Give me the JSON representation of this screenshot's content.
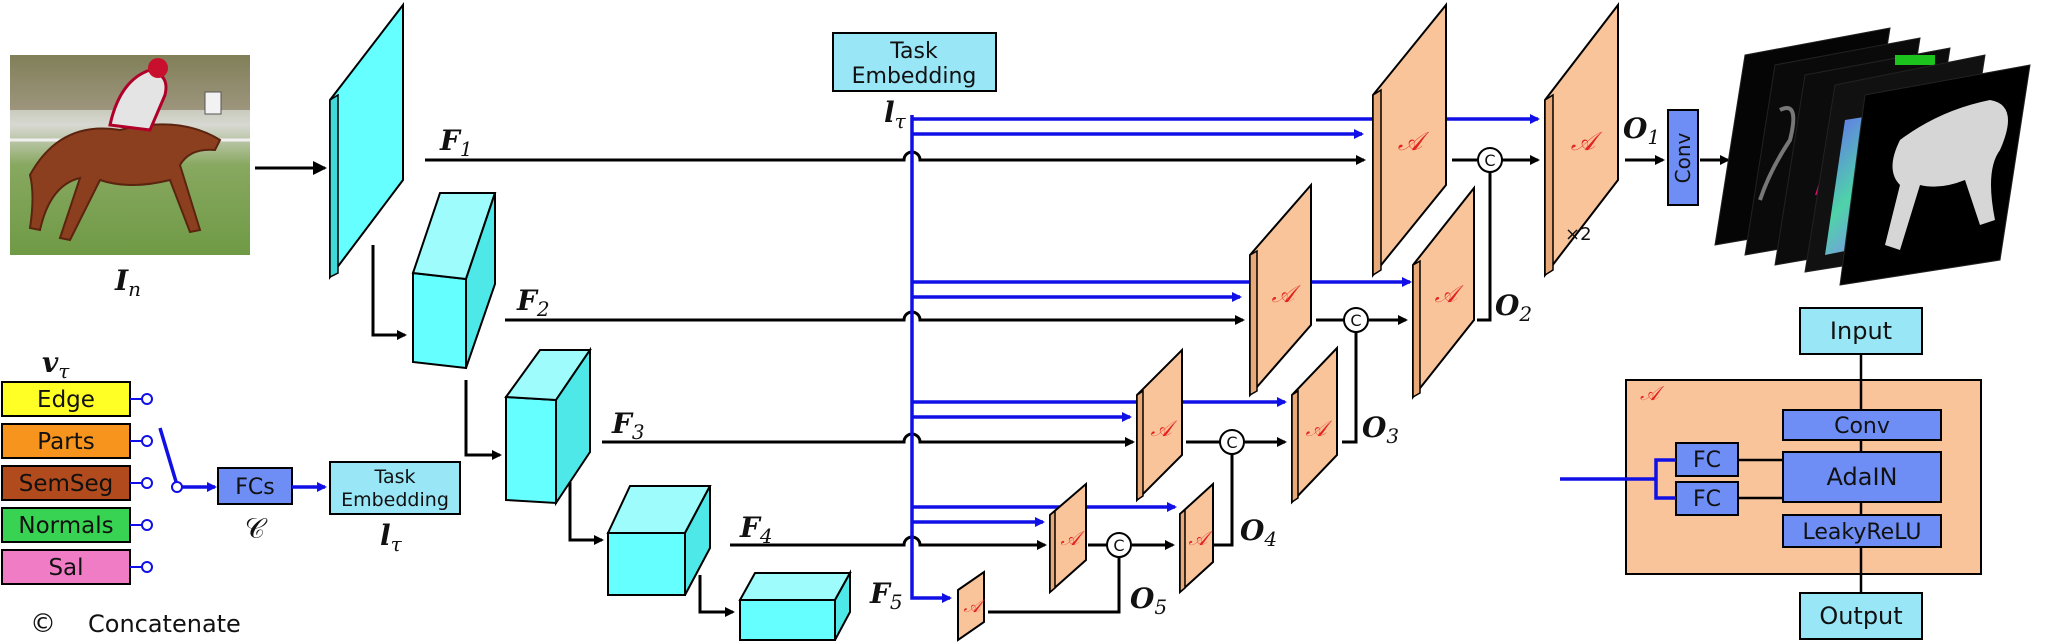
{
  "input_image": {
    "label_main": "I",
    "label_sub": "n"
  },
  "features": {
    "f1": {
      "main": "F",
      "sub": "1"
    },
    "f2": {
      "main": "F",
      "sub": "2"
    },
    "f3": {
      "main": "F",
      "sub": "3"
    },
    "f4": {
      "main": "F",
      "sub": "4"
    },
    "f5": {
      "main": "F",
      "sub": "5"
    }
  },
  "task_embedding_top": {
    "line1": "Task",
    "line2": "Embedding",
    "label_main": "l",
    "label_sub": "τ"
  },
  "task_vector": {
    "main": "v",
    "sub": "τ"
  },
  "tasks": [
    {
      "label": "Edge",
      "color": "#ffff26"
    },
    {
      "label": "Parts",
      "color": "#f7941d"
    },
    {
      "label": "SemSeg",
      "color": "#b14a1c"
    },
    {
      "label": "Normals",
      "color": "#39d353"
    },
    {
      "label": "Sal",
      "color": "#f17cc6"
    }
  ],
  "fcs_block": {
    "label": "FCs",
    "caption": "𝒞"
  },
  "task_embedding_bottom": {
    "line1": "Task",
    "line2": "Embedding",
    "label_main": "l",
    "label_sub": "τ"
  },
  "attention_symbol": "𝒜",
  "outputs": {
    "o1": {
      "main": "O",
      "sub": "1"
    },
    "o2": {
      "main": "O",
      "sub": "2"
    },
    "o3": {
      "main": "O",
      "sub": "3"
    },
    "o4": {
      "main": "O",
      "sub": "4"
    },
    "o5": {
      "main": "O",
      "sub": "5"
    }
  },
  "upsample_label": "×2",
  "concat_symbol": "C",
  "conv_label": "Conv",
  "legend": {
    "symbol": "©",
    "text": "Concatenate"
  },
  "adain_module": {
    "input": "Input",
    "output": "Output",
    "symbol": "𝒜",
    "conv": "Conv",
    "adain": "AdaIN",
    "leaky": "LeakyReLU",
    "fc1": "FC",
    "fc2": "FC"
  },
  "colors": {
    "encoder": "#66ffff",
    "decoder": "#f9c49a",
    "task_embedding": "#99e6f7",
    "fc_block": "#6e8ef5",
    "blue_arrow": "#1010e6",
    "adain_bg": "#f9c49a"
  }
}
